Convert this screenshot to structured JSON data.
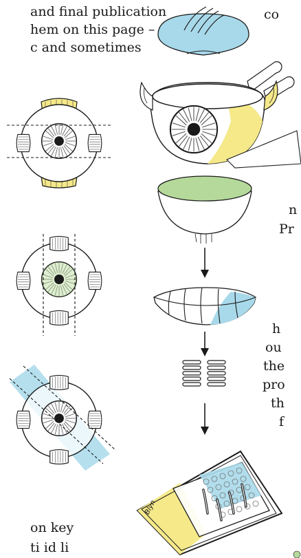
{
  "page": {
    "text_top_left": [
      "and final publication",
      "hem on this page –",
      "c and sometimes"
    ],
    "text_top_right": "co",
    "text_bottom_left": [
      "on key",
      "ti    id li"
    ],
    "text_right_column": [
      "n",
      "Pr",
      "h",
      "ou",
      "the",
      "pro",
      "th",
      "f"
    ],
    "signature": "Blyn"
  },
  "colors": {
    "yellow": "#f5e98a",
    "blue": "#a8d9ea",
    "green": "#b5d99a",
    "line": "#1a1a1a"
  },
  "icons": [
    "eyeball-horizontal-cut-icon",
    "eyeball-vertical-cut-icon",
    "eyeball-diagonal-cut-icon",
    "exploded-eyeball-icon",
    "arrow-down-icon",
    "lens-slices-icon",
    "microscope-slide-icon"
  ]
}
